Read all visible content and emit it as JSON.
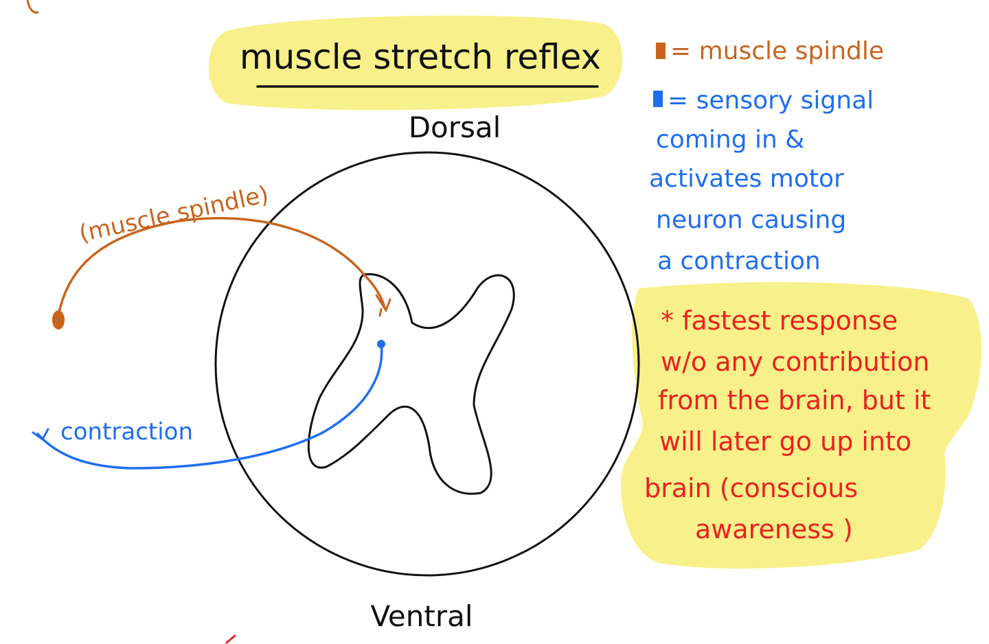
{
  "title": "muscle stretch reflex",
  "orientation": {
    "dorsal": "Dorsal",
    "ventral": "Ventral"
  },
  "labels": {
    "afferent": "(muscle spindle)",
    "efferent": "contraction"
  },
  "legend": {
    "spindle": "= muscle spindle",
    "sensory_lines": [
      "= sensory signal",
      "coming in &",
      "activates motor",
      "neuron causing",
      "a contraction"
    ]
  },
  "note_lines": [
    "* fastest response",
    "w/o any contribution",
    "from the brain, but it",
    "will later go up into",
    "brain (conscious",
    "awareness )"
  ],
  "colors": {
    "orange": "#c8641e",
    "blue": "#1e6ef0",
    "red": "#e8231e",
    "highlight": "#f8f08a",
    "ink": "#111111"
  }
}
